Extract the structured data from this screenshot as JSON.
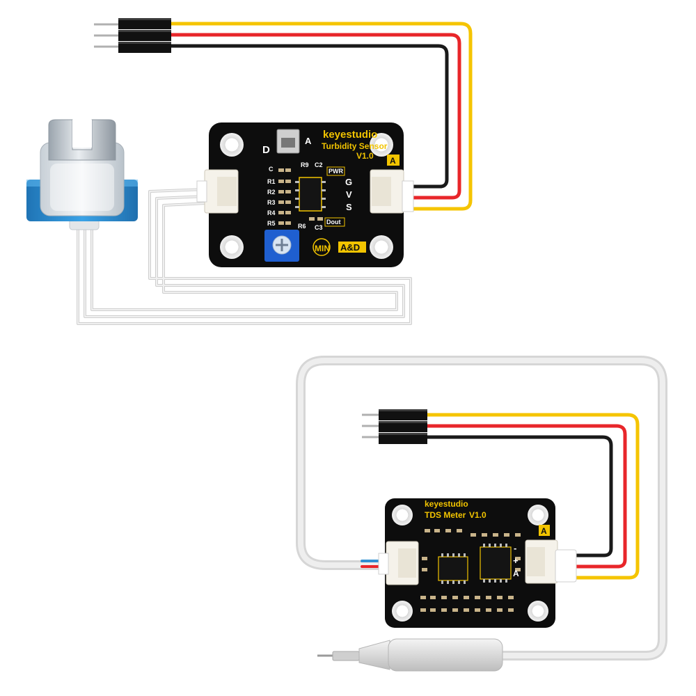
{
  "colors": {
    "wire_yellow": "#f5c400",
    "wire_red": "#e8262a",
    "wire_black": "#1a1a1a",
    "pcb": "#0d0d0d",
    "silk_yellow": "#f2c400",
    "probe_blue": "#2e8fd1",
    "cable_white": "#e6e6e6",
    "pot_blue": "#1f5fd0"
  },
  "turbidity": {
    "brand": "keyestudio",
    "title": "Turbidity Sensor",
    "version": "V1.0",
    "switch_left": "D",
    "switch_right": "A",
    "port_mark": "A",
    "pin_g": "G",
    "pin_v": "V",
    "pin_s": "S",
    "pwr": "PWR",
    "dout": "Dout",
    "min_label": "MIN",
    "mode_label": "A&D",
    "components": {
      "c": "C",
      "r1": "R1",
      "r2": "R2",
      "r3": "R3",
      "r4": "R4",
      "r5": "R5",
      "r6": "R6",
      "r9": "R9",
      "c2": "C2",
      "c3": "C3"
    }
  },
  "tds": {
    "brand": "keyestudio",
    "title": "TDS Meter",
    "version": "V1.0",
    "port_mark": "A",
    "pin_minus": "-",
    "pin_plus": "+",
    "pin_a": "A"
  }
}
